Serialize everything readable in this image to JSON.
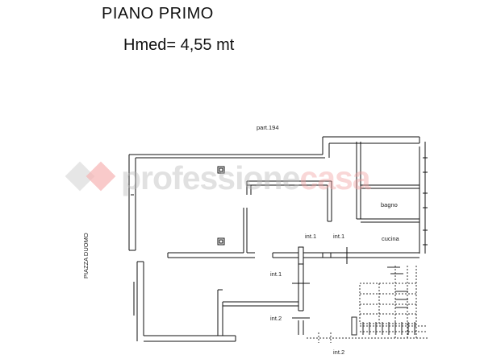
{
  "heading": {
    "title": "PIANO PRIMO",
    "height": "Hmed= 4,55 mt"
  },
  "labels": {
    "part": "part.194",
    "street": "PIAZZA DUOMO",
    "bagno": "bagno",
    "cucina": "cucina",
    "int1_top_a": "int.1",
    "int1_top_b": "int.1",
    "int1_left": "int.1",
    "int2_left": "int.2",
    "int2_bottom": "int.2"
  },
  "watermark": {
    "part1": "professione",
    "part2": "casa",
    "colors": {
      "gray": "#b9b9b9",
      "pink": "#f2a2a2"
    }
  }
}
